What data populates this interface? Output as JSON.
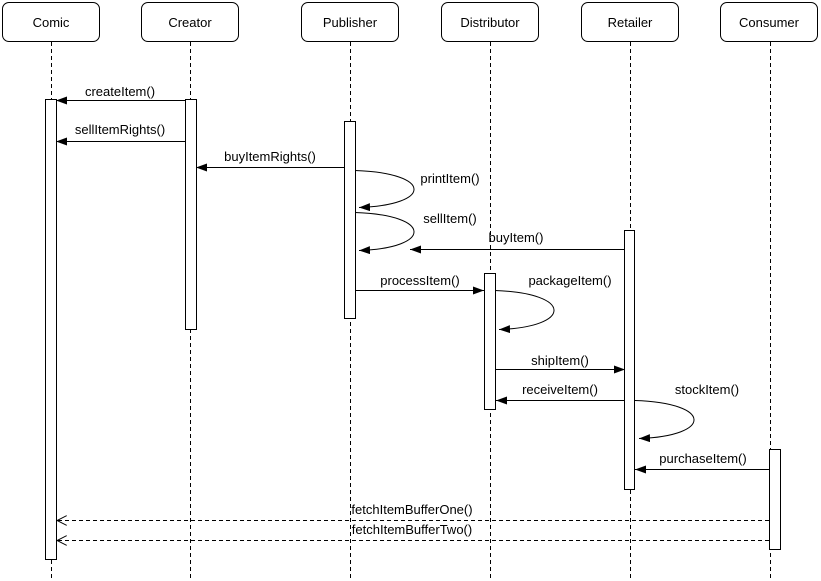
{
  "diagram_type": "uml-sequence-diagram",
  "colors": {
    "line": "#000000",
    "background": "#ffffff",
    "box_fill": "#ffffff",
    "text": "#000000"
  },
  "participants": [
    {
      "name": "Comic"
    },
    {
      "name": "Creator"
    },
    {
      "name": "Publisher"
    },
    {
      "name": "Distributor"
    },
    {
      "name": "Retailer"
    },
    {
      "name": "Consumer"
    }
  ],
  "messages": [
    {
      "label": "createItem()",
      "from": "Creator",
      "to": "Comic",
      "type": "solid"
    },
    {
      "label": "sellItemRights()",
      "from": "Creator",
      "to": "Comic",
      "type": "solid"
    },
    {
      "label": "buyItemRights()",
      "from": "Publisher",
      "to": "Creator",
      "type": "solid"
    },
    {
      "label": "printItem()",
      "from": "Publisher",
      "to": "Publisher",
      "type": "self"
    },
    {
      "label": "sellItem()",
      "from": "Publisher",
      "to": "Publisher",
      "type": "self"
    },
    {
      "label": "buyItem()",
      "from": "Retailer",
      "to": "Publisher",
      "type": "solid"
    },
    {
      "label": "processItem()",
      "from": "Publisher",
      "to": "Distributor",
      "type": "solid"
    },
    {
      "label": "packageItem()",
      "from": "Distributor",
      "to": "Distributor",
      "type": "self"
    },
    {
      "label": "shipItem()",
      "from": "Distributor",
      "to": "Retailer",
      "type": "solid"
    },
    {
      "label": "receiveItem()",
      "from": "Retailer",
      "to": "Distributor",
      "type": "solid"
    },
    {
      "label": "stockItem()",
      "from": "Retailer",
      "to": "Retailer",
      "type": "self"
    },
    {
      "label": "purchaseItem()",
      "from": "Consumer",
      "to": "Retailer",
      "type": "solid"
    },
    {
      "label": "fetchItemBufferOne()",
      "from": "Consumer",
      "to": "Comic",
      "type": "dashed-return"
    },
    {
      "label": "fetchItemBufferTwo()",
      "from": "Consumer",
      "to": "Comic",
      "type": "dashed-return"
    }
  ]
}
